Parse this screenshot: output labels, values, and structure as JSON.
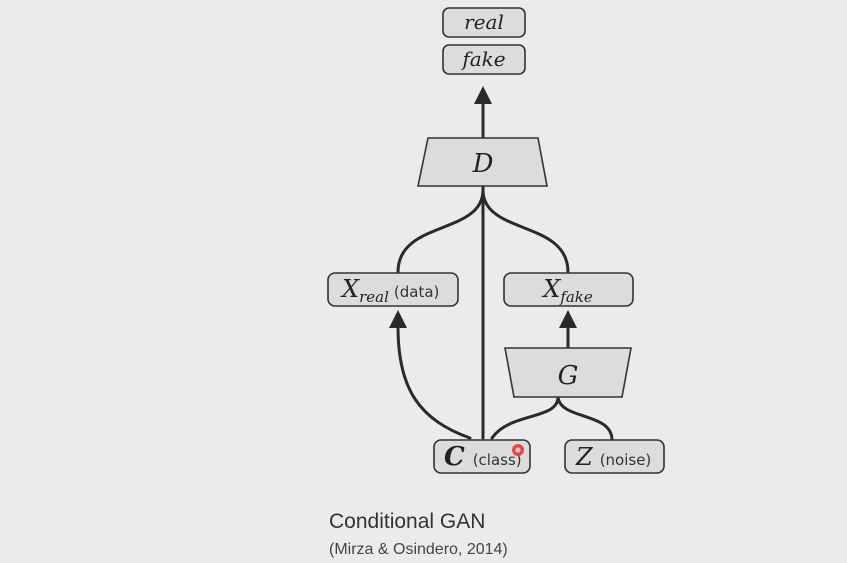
{
  "outputs": {
    "real_label": "real",
    "fake_label": "fake"
  },
  "discriminator": {
    "symbol": "D"
  },
  "real_sample": {
    "symbol": "X",
    "subscript": "real",
    "note": "(data)"
  },
  "fake_sample": {
    "symbol": "X",
    "subscript": "fake"
  },
  "generator": {
    "symbol": "G"
  },
  "class_input": {
    "symbol": "C",
    "note": "(class)"
  },
  "noise_input": {
    "symbol": "Z",
    "note": "(noise)"
  },
  "caption": {
    "title": "Conditional GAN",
    "citation": "(Mirza & Osindero, 2014)"
  },
  "colors": {
    "background": "#ebebeb",
    "node_fill": "#dcdcdc",
    "line": "#2a2a2a",
    "cursor_marker": "#e53030"
  }
}
